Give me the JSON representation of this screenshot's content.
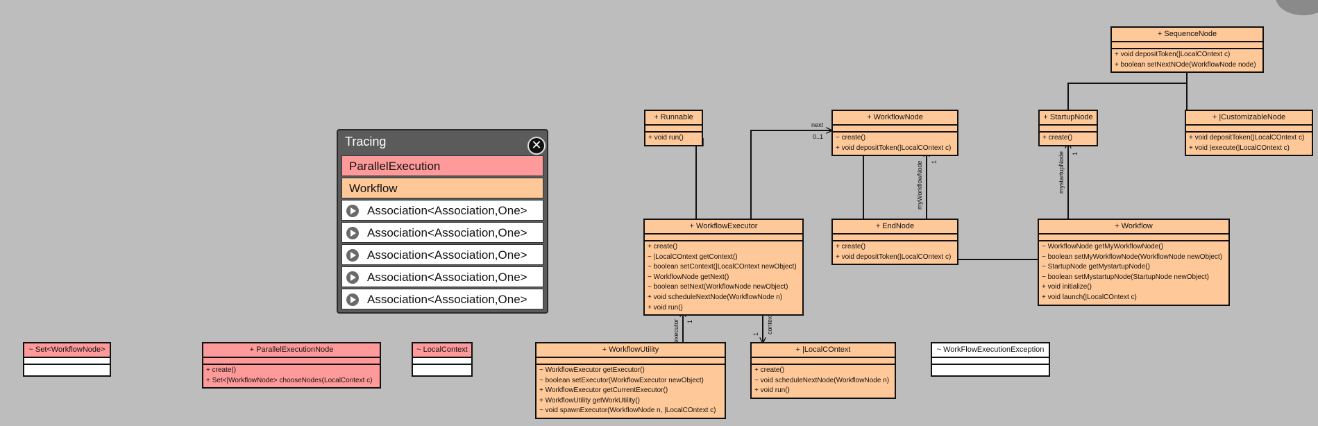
{
  "tracing": {
    "title": "Tracing",
    "close_label": "✕",
    "items": [
      "ParallelExecution",
      "Workflow"
    ],
    "associations": [
      "Association<Association,One>",
      "Association<Association,One>",
      "Association<Association,One>",
      "Association<Association,One>",
      "Association<Association,One>"
    ]
  },
  "classes": {
    "sequence_node": {
      "name": "+   SequenceNode",
      "ops": [
        "+ void depositToken(|LocalCOntext c)",
        "+ boolean setNextNOde(WorkflowNode node)"
      ]
    },
    "runnable": {
      "name": "+   Runnable",
      "ops": [
        "+ void run()"
      ]
    },
    "workflow_node": {
      "name": "+   WorkflowNode",
      "ops": [
        "~ create()",
        "+ void depositToken(|LocalCOntext c)"
      ]
    },
    "startup_node": {
      "name": "+   StartupNode",
      "ops": [
        "+ create()"
      ]
    },
    "customizable_node": {
      "name": "+   |CustomizableNode",
      "ops": [
        "+ void depositToken(|LocalCOntext c)",
        "+ void |execute(|LocalCOntext c)"
      ]
    },
    "workflow_executor": {
      "name": "+   WorkflowExecutor",
      "ops": [
        "+ create()",
        "~ |LocalCOntext getContext()",
        "~ boolean setContext(|LocalCOntext newObject)",
        "~ WorkflowNode getNext()",
        "~ boolean setNext(WorkflowNode newObject)",
        "+ void scheduleNextNode(WorkflowNode n)",
        "+ void run()"
      ]
    },
    "end_node": {
      "name": "+   EndNode",
      "ops": [
        "+ create()",
        "+ void depositToken(|LocalCOntext c)"
      ]
    },
    "workflow": {
      "name": "+   Workflow",
      "ops": [
        "~ WorkflowNode getMyWorkflowNode()",
        "~ boolean setMyWorkflowNode(WorkflowNode newObject)",
        "~ StartupNode getMystartupNode()",
        "~ boolean setMystartupNode(StartupNode newObject)",
        "+ void initialize()",
        "+ void launch(|LocalCOntext c)"
      ]
    },
    "set_workflow_node": {
      "name": "~   Set<WorkflowNode>"
    },
    "parallel_execution_node": {
      "name": "+   ParallelExecutionNode",
      "ops": [
        "+ create()",
        "+ Set<|WorkflowNode> chooseNodes(LocalContext c)"
      ]
    },
    "local_context": {
      "name": "~   LocalContext"
    },
    "workflow_utility": {
      "name": "+   WorkflowUtility",
      "ops": [
        "~ WorkflowExecutor getExecutor()",
        "~ boolean setExecutor(WorkflowExecutor newObject)",
        "+ WorkflowExecutor getCurrentExecutor()",
        "+ WorkflowUtility getWorkUtility()",
        "~ void spawnExecutor(WorkflowNode n, |LocalCOntext c)"
      ]
    },
    "i_local_context": {
      "name": "+   |LocalCOntext",
      "ops": [
        "+ create()",
        "~ void scheduleNextNode(WorkflowNode n)",
        "+ void run()"
      ]
    },
    "workflow_execution_exception": {
      "name": "~   WorkFlowExecutionException"
    }
  },
  "edge_labels": {
    "next": "next",
    "next_mult": "0..1",
    "my_workflow_node": "myWorkflowNode",
    "my_workflow_node_mult": "1",
    "mystartup_node": "mystartupNode",
    "mystartup_node_mult": "1",
    "executor": "executor",
    "executor_mult": "1",
    "context": "context",
    "context_mult": "1"
  },
  "colors": {
    "background": "#bdbdbd",
    "class_fill": "#ffc898",
    "highlight_fill": "#ff9a9a",
    "tracing_panel": "#5b5b5b"
  }
}
